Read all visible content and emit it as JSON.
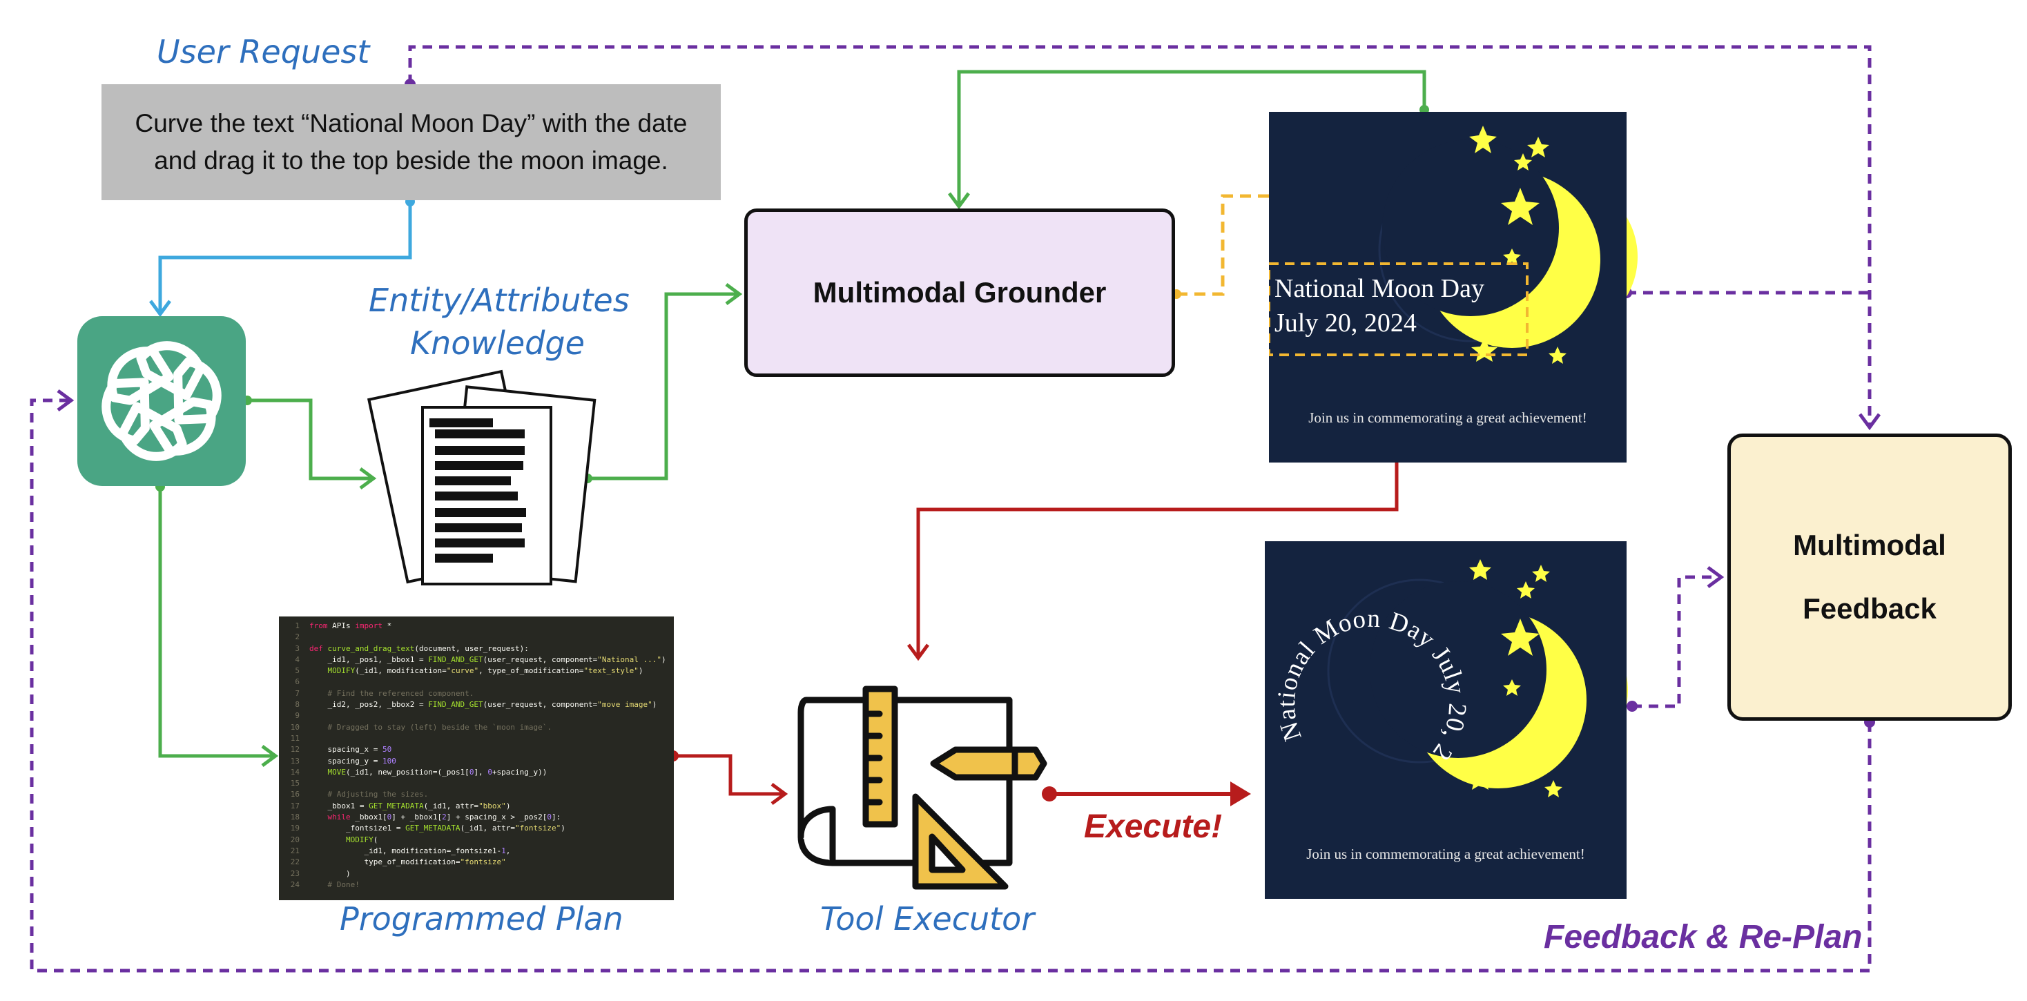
{
  "labels": {
    "user_request": "User Request",
    "entity_knowledge_line1": "Entity/Attributes",
    "entity_knowledge_line2": "Knowledge",
    "programmed_plan": "Programmed Plan",
    "tool_executor": "Tool Executor",
    "execute": "Execute!",
    "feedback_replan": "Feedback & Re-Plan"
  },
  "user_request": {
    "line1": "Curve the text “National Moon Day” with the date",
    "line2": "and drag it to the top beside the moon image."
  },
  "grounder": {
    "title": "Multimodal Grounder"
  },
  "feedback": {
    "line1": "Multimodal",
    "line2": "Feedback"
  },
  "poster_before": {
    "title": "National Moon Day",
    "date": "July 20, 2024",
    "footer": "Join us in commemorating a great achievement!"
  },
  "poster_after": {
    "curved_text": "National Moon Day July 20, 2024",
    "footer": "Join us in commemorating a great achievement!"
  },
  "code_lines": [
    "from APIs import *",
    "",
    "def curve_and_drag_text(document, user_request):",
    "    _id1, _pos1, _bbox1 = FIND_AND_GET(user_request, component=\"National ...\")",
    "    MODIFY(_id1, modification=\"curve\", type_of_modification=\"text_style\")",
    "",
    "    # Find the referenced component.",
    "    _id2, _pos2, _bbox2 = FIND_AND_GET(user_request, component=\"move image\")",
    "",
    "    # Dragged to stay (left) beside the `moon image`.",
    "",
    "    spacing_x = 50",
    "    spacing_y = 100",
    "    MOVE(_id1, new_position=(_pos1[0], 0+spacing_y))",
    "",
    "    # Adjusting the sizes.",
    "    _bbox1 = GET_METADATA(_id1, attr=\"bbox\")",
    "    while _bbox1[0] + _bbox1[2] + spacing_x > _pos2[0]:",
    "        _fontsize1 = GET_METADATA(_id1, attr=\"fontsize\")",
    "        MODIFY(",
    "            _id1, modification=_fontsize1-1,",
    "            type_of_modification=\"fontsize\"",
    "        )",
    "    # Done!"
  ],
  "colors": {
    "blue_arrow": "#3ea8de",
    "green_arrow": "#4cae4c",
    "red_arrow": "#b71c1c",
    "purple_dash": "#6a2fa0",
    "orange_dash": "#f2b731",
    "gpt_tile": "#4aa584",
    "poster_bg": "#14233f",
    "moon": "#ffff46"
  },
  "icons": {
    "chatgpt": "chatgpt-logo-icon",
    "documents": "documents-icon",
    "tool": "tool-executor-icon"
  }
}
